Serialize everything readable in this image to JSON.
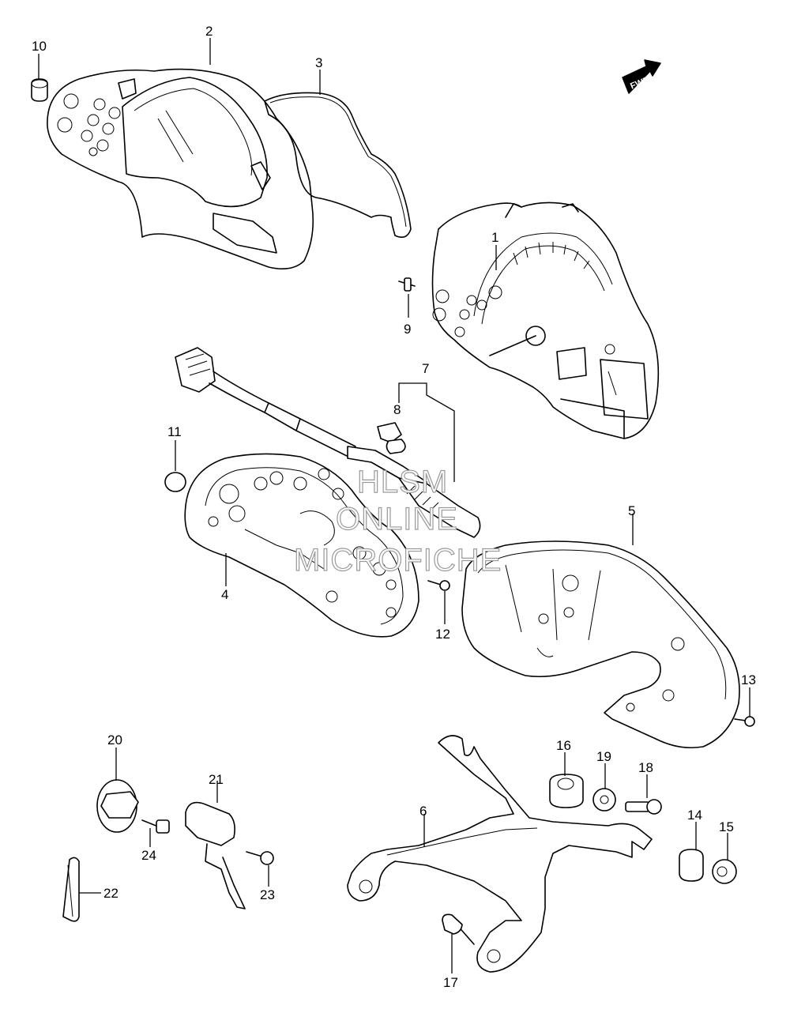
{
  "fwd_label": "FWD",
  "watermark": [
    "HLSM",
    "ONLINE",
    "MICROFICHE"
  ],
  "callouts": [
    "1",
    "2",
    "3",
    "4",
    "5",
    "6",
    "7",
    "8",
    "9",
    "10",
    "11",
    "12",
    "13",
    "14",
    "15",
    "16",
    "17",
    "18",
    "19",
    "20",
    "21",
    "22",
    "23",
    "24"
  ]
}
